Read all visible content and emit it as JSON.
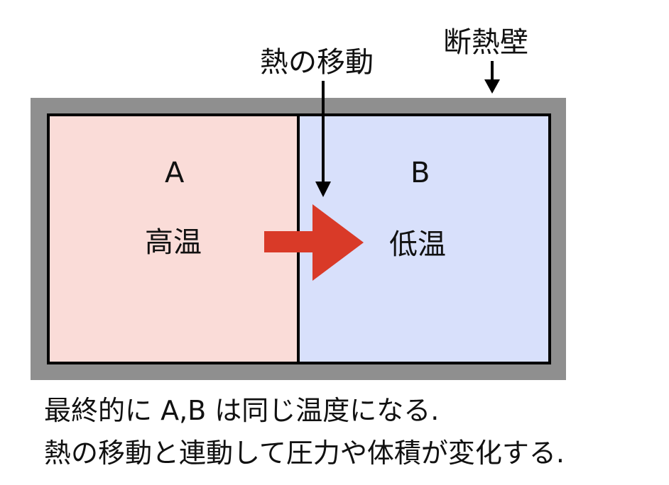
{
  "labels": {
    "heat_flow": "熱の移動",
    "insulating_wall": "断熱壁"
  },
  "chambers": {
    "a": {
      "letter": "A",
      "temperature": "高温"
    },
    "b": {
      "letter": "B",
      "temperature": "低温"
    }
  },
  "captions": {
    "line1": "最終的に A,B は同じ温度になる.",
    "line2": "熱の移動と連動して圧力や体積が変化する."
  },
  "colors": {
    "wall": "#8f8f8f",
    "chamber_a_fill": "#fadcd8",
    "chamber_b_fill": "#d8e0fb",
    "heat_arrow": "#d93a28"
  }
}
